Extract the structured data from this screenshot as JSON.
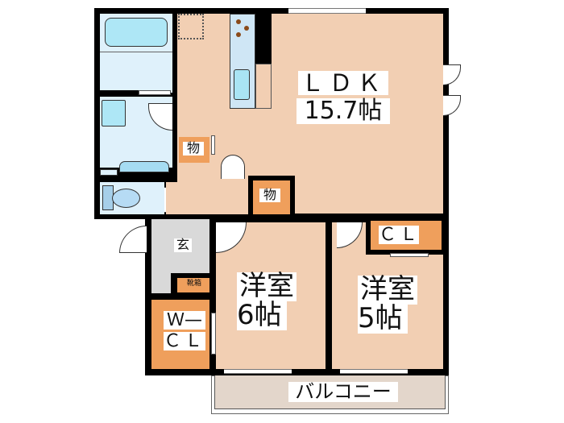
{
  "floor_plan": {
    "rooms": {
      "ldk": {
        "name": "ＬＤＫ",
        "size": "15.7帖"
      },
      "western_6": {
        "name": "洋室",
        "size": "6帖"
      },
      "western_5": {
        "name": "洋室",
        "size": "5帖"
      },
      "closet": {
        "label": "ＣＬ"
      },
      "walk_in_closet": {
        "line1": "Ｗ—",
        "line2": "ＣＬ"
      },
      "storage_1": {
        "label": "物"
      },
      "storage_2": {
        "label": "物"
      },
      "entrance": {
        "label": "玄"
      },
      "shoe_box": {
        "label": "靴箱"
      },
      "balcony": {
        "label": "バルコニー"
      }
    },
    "colors": {
      "living_floor": "#f2cfb3",
      "wet_area": "#dff1fb",
      "storage": "#ef9f5c",
      "entrance": "#d9d9d9",
      "balcony": "#e3d6cb",
      "wall": "#000000"
    }
  }
}
